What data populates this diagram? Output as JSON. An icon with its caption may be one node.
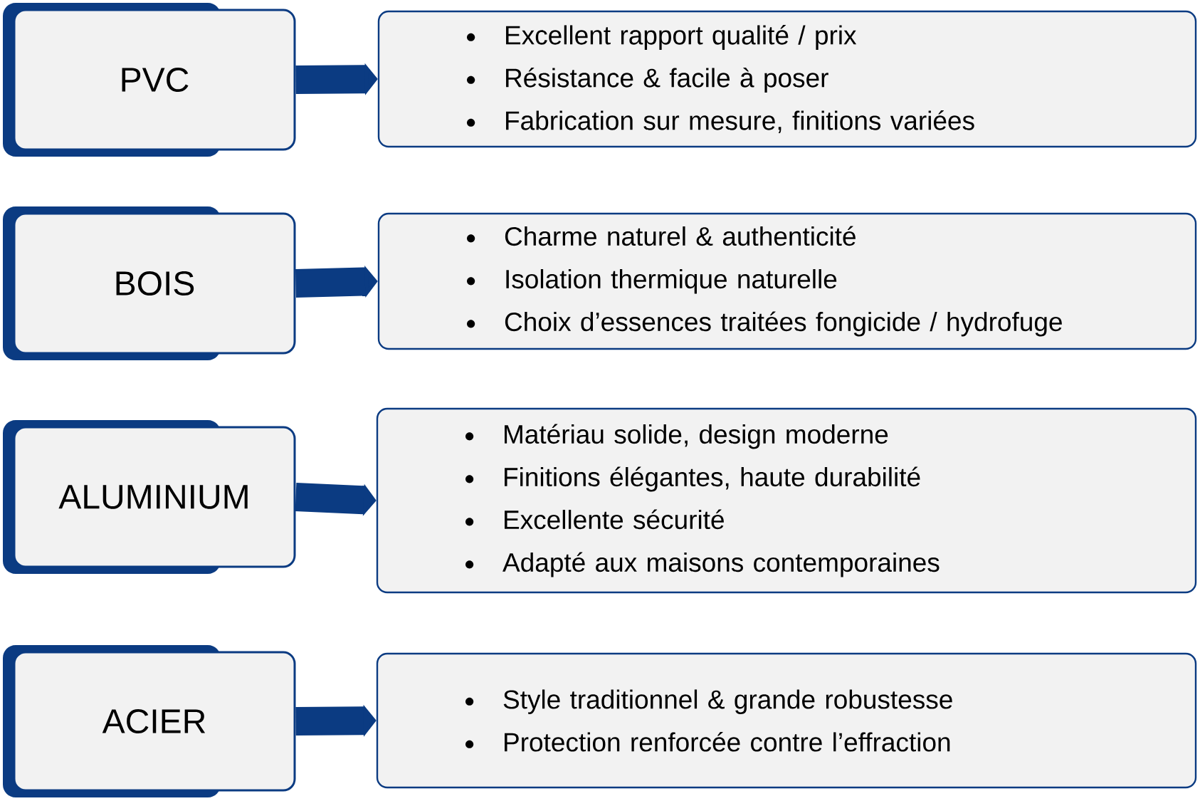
{
  "diagram": {
    "nodes": [
      {
        "text": [
          "PVC"
        ]
      },
      {
        "text": [
          "Excellent rapport qualité / prix",
          "Résistance & facile à poser",
          "Fabrication sur mesure, finitions variées"
        ]
      },
      {
        "text": [
          "BOIS"
        ]
      },
      {
        "text": [
          "Charme naturel & authenticité",
          "Isolation thermique naturelle",
          "Choix d’essences traitées fongicide / hydrofuge"
        ]
      },
      {
        "text": [
          "ALUMINIUM"
        ]
      },
      {
        "text": [
          "Matériau solide, design moderne",
          "Finitions élégantes, haute durabilité",
          "Excellente sécurité",
          "Adapté aux maisons contemporaines"
        ]
      },
      {
        "text": [
          "ACIER"
        ]
      },
      {
        "text": [
          "Style traditionnel & grande robustesse",
          "Protection renforcée contre l’effraction"
        ]
      }
    ],
    "edges": [
      {
        "from": 0,
        "to": 1,
        "arrow": "to"
      },
      {
        "from": 2,
        "to": 3,
        "arrow": "to"
      },
      {
        "from": 4,
        "to": 5,
        "arrow": "to"
      },
      {
        "from": 6,
        "to": 7,
        "arrow": "to"
      }
    ]
  }
}
